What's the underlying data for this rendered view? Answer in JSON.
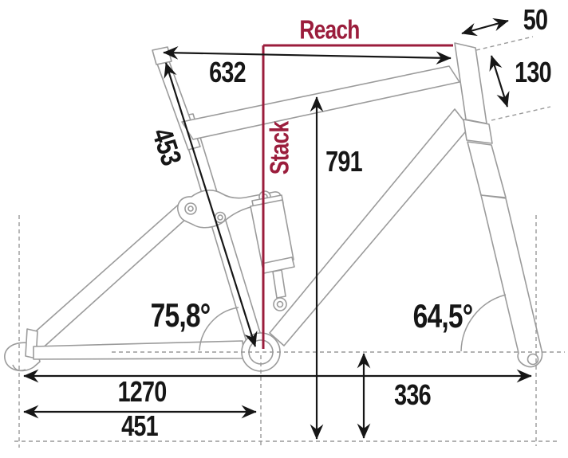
{
  "labels": {
    "reach": "Reach",
    "stack": "Stack"
  },
  "measurements": {
    "top_tube_horizontal": "632",
    "seat_tube_length": "453",
    "standover_height": "791",
    "head_tube_length": "130",
    "head_tube_top": "50",
    "seat_tube_angle": "75,8°",
    "head_tube_angle": "64,5°",
    "wheelbase": "1270",
    "chainstay_length": "451",
    "bb_height": "336"
  },
  "colors": {
    "accent": "#9b1d3c",
    "frame_outline": "#9b9b9b",
    "measurement_line": "#161616",
    "background": "#ffffff"
  }
}
